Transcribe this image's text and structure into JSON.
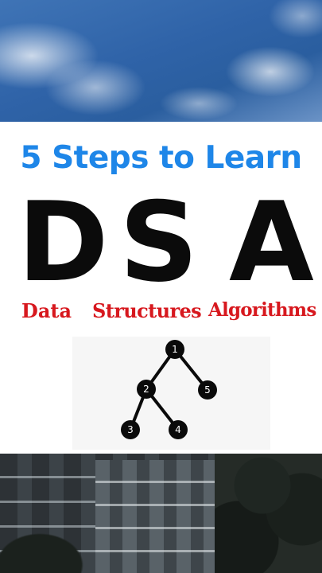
{
  "title": "5 Steps to Learn",
  "letters": {
    "d": "D",
    "s": "S",
    "a": "A"
  },
  "words": {
    "data": "Data",
    "structures": "Structures",
    "algorithms": "Algorithms"
  },
  "tree_nodes": {
    "n1": "1",
    "n2": "2",
    "n3": "3",
    "n4": "4",
    "n5": "5"
  },
  "colors": {
    "title": "#1e86e8",
    "letters": "#0b0b0b",
    "words": "#d7181e",
    "node": "#0a0a0a"
  }
}
